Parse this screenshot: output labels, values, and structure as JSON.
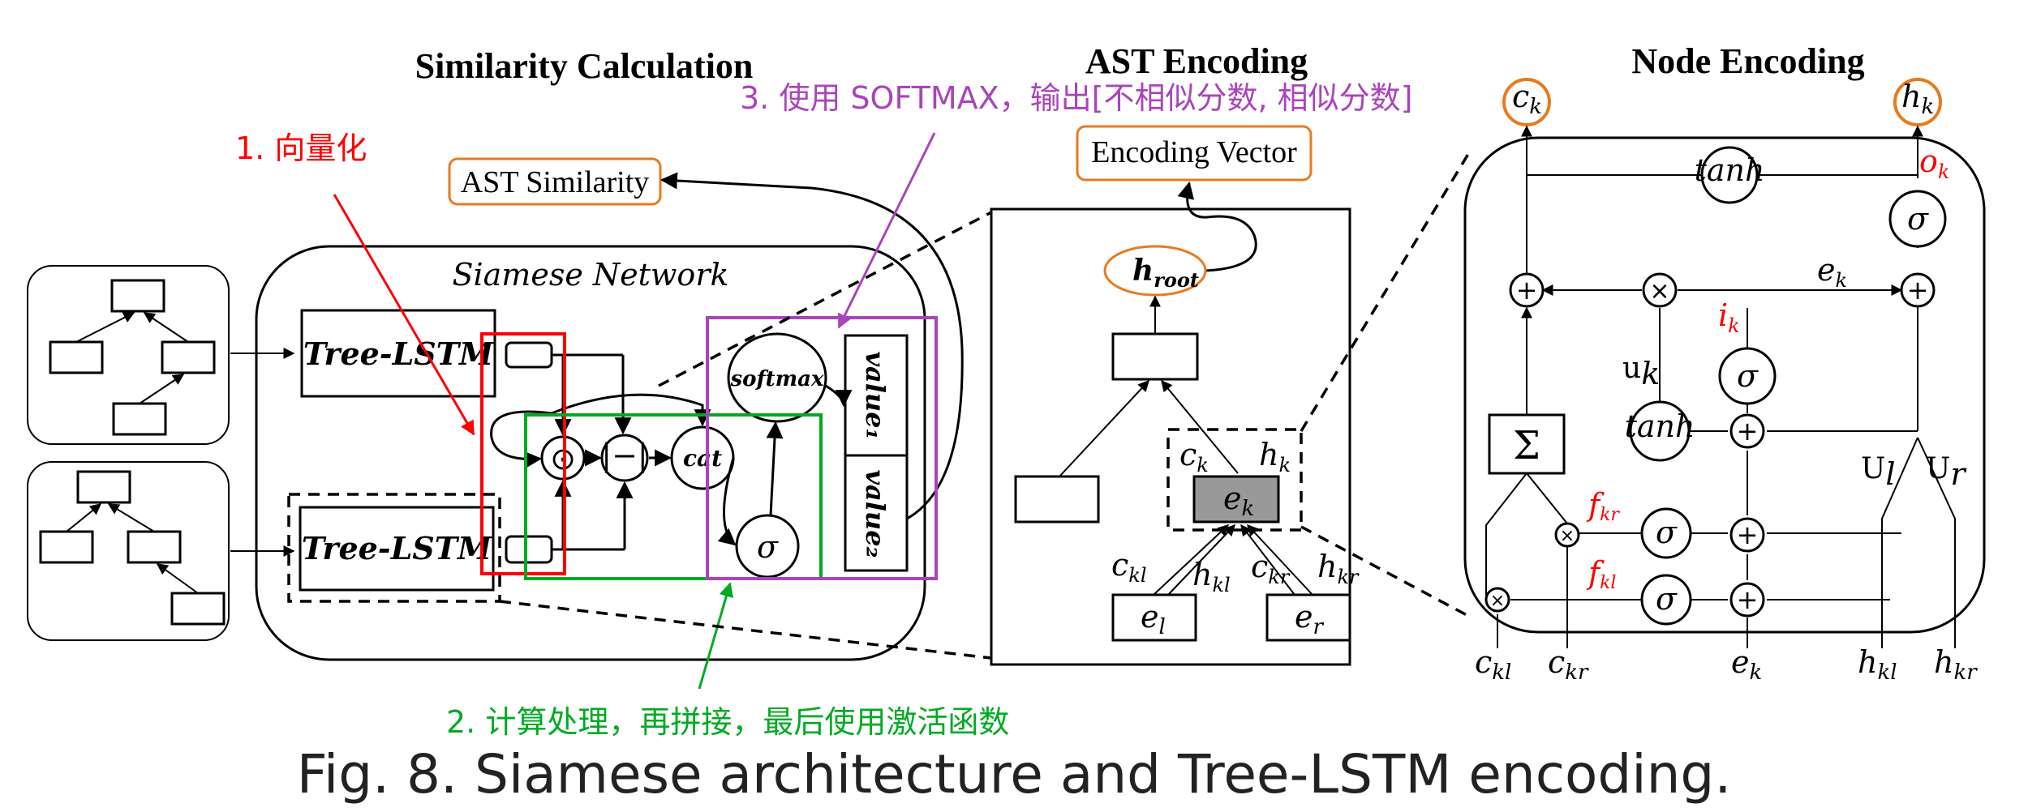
{
  "titles": {
    "similarity": "Similarity Calculation",
    "ast_encoding": "AST Encoding",
    "node_encoding": "Node Encoding"
  },
  "annotations": {
    "step1": "1. 向量化",
    "step2": "2. 计算处理，再拼接，最后使用激活函数",
    "step3": "3. 使用 SOFTMAX，输出[不相似分数, 相似分数]"
  },
  "colors": {
    "step1": "#ff0000",
    "step2": "#00aa22",
    "step3": "#aa44bb",
    "highlight": "#e87a1e",
    "gate_label": "#ff0000"
  },
  "similarity": {
    "ast_similarity": "AST Similarity",
    "siamese_network": "Siamese Network",
    "tree_lstm_top": "Tree-LSTM",
    "tree_lstm_bottom": "Tree-LSTM",
    "op_mul": "⊙",
    "op_abs": "|−|",
    "op_cat": "cat",
    "softmax": "softmax",
    "sigma": "σ",
    "value1": "value₁",
    "value2": "value₂"
  },
  "ast": {
    "encoding_vector": "Encoding Vector",
    "h_root": "h",
    "h_root_sub": "root",
    "ck": "c",
    "ck_sub": "k",
    "hk": "h",
    "hk_sub": "k",
    "ek": "e",
    "ek_sub": "k",
    "ckl": "c",
    "ckl_sub": "kl",
    "hkl": "h",
    "hkl_sub": "kl",
    "ckr": "c",
    "ckr_sub": "kr",
    "hkr": "h",
    "hkr_sub": "kr",
    "el": "e",
    "el_sub": "l",
    "er": "e",
    "er_sub": "r"
  },
  "node": {
    "ck_top": "c",
    "ck_top_sub": "k",
    "hk_top": "h",
    "hk_top_sub": "k",
    "tanh": "tanh",
    "tanh2": "tanh",
    "ok": "o",
    "ok_sub": "k",
    "ek": "e",
    "ek_sub": "k",
    "ik": "i",
    "ik_sub": "k",
    "uk": "u",
    "uk_sub": "k",
    "sum": "Σ",
    "fkr": "f",
    "fkr_sub": "kr",
    "fkl": "f",
    "fkl_sub": "kl",
    "ul": "U",
    "ul_sub": "l",
    "ur": "U",
    "ur_sub": "r",
    "sigma": "σ",
    "plus": "+",
    "times": "×",
    "bottom_ckl": "c",
    "bottom_ckl_sub": "kl",
    "bottom_ckr": "c",
    "bottom_ckr_sub": "kr",
    "bottom_ek": "e",
    "bottom_ek_sub": "k",
    "bottom_hkl": "h",
    "bottom_hkl_sub": "kl",
    "bottom_hkr": "h",
    "bottom_hkr_sub": "kr"
  },
  "caption": "Fig. 8.  Siamese architecture and Tree-LSTM encoding."
}
